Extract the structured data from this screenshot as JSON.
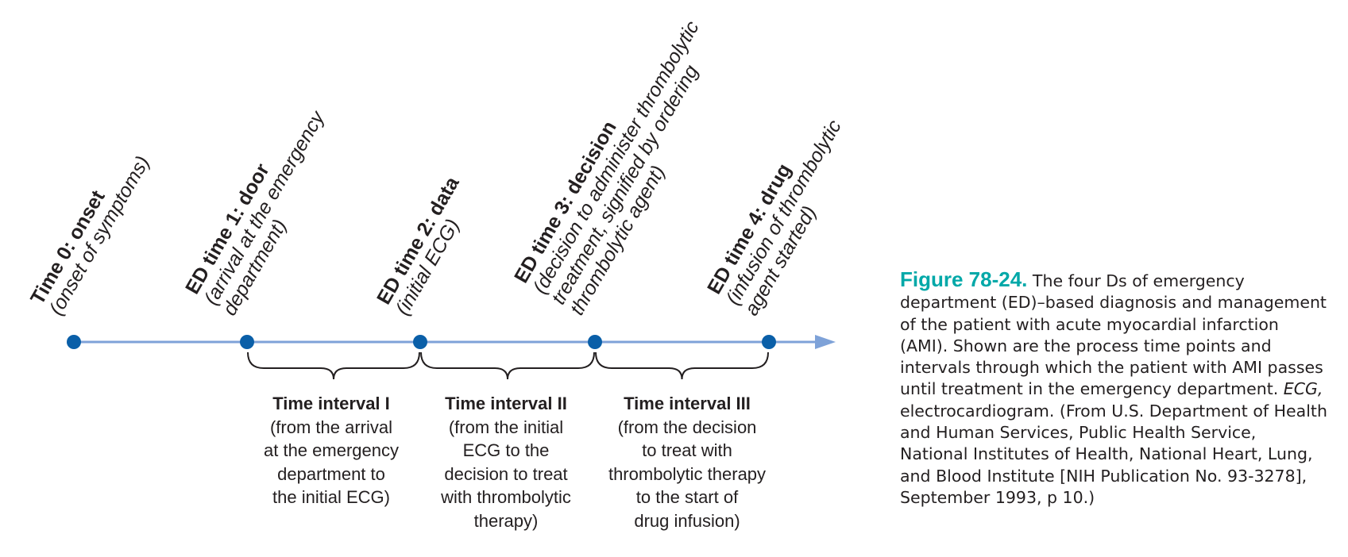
{
  "colors": {
    "axis": "#7ea2d8",
    "point": "#0a5fa8",
    "bracket": "#231f20",
    "figure_label": "#00a8a8"
  },
  "time_points": [
    {
      "title": "Time 0: onset",
      "lines": [
        "(onset of symptoms)"
      ]
    },
    {
      "title": "ED time 1: door",
      "lines": [
        "(arrival at the emergency",
        "department)"
      ]
    },
    {
      "title": "ED time 2: data",
      "lines": [
        "(initial ECG)"
      ]
    },
    {
      "title": "ED time 3: decision",
      "lines": [
        "(decision to administer thrombolytic",
        "treatment, signified by ordering",
        "thrombolytic agent)"
      ]
    },
    {
      "title": "ED time 4: drug",
      "lines": [
        "(infusion of thrombolytic",
        "agent started)"
      ]
    }
  ],
  "intervals": [
    {
      "title": "Time interval I",
      "lines": [
        "(from the arrival",
        "at the emergency",
        "department to",
        "the initial ECG)"
      ]
    },
    {
      "title": "Time interval II",
      "lines": [
        "(from the initial",
        "ECG to the",
        "decision to treat",
        "with thrombolytic",
        "therapy)"
      ]
    },
    {
      "title": "Time interval III",
      "lines": [
        "(from the decision",
        "to treat with",
        "thrombolytic therapy",
        "to the start of",
        "drug infusion)"
      ]
    }
  ],
  "caption": {
    "label": "Figure 78-24.",
    "text_1": " The four Ds of emergency department (ED)–based diagnosis and management of the patient with acute myocardial infarction (AMI). Shown are the process time points and intervals through which the patient with AMI passes until treatment in the emergency department. ",
    "italic": "ECG,",
    "text_2": " electrocardiogram. (From U.S. Department of Health and Human Services, Public Health Service, National Institutes of Health, National Heart, Lung, and Blood Institute [NIH Publication No. 93-3278], September 1993, p 10.)"
  }
}
